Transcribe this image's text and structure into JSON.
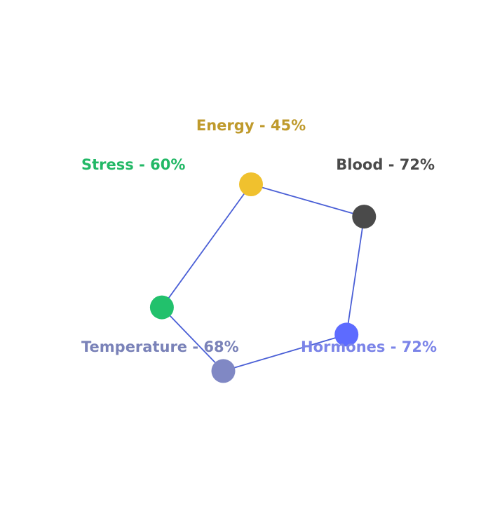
{
  "chart_data": {
    "type": "radar",
    "categories": [
      "Energy",
      "Blood",
      "Hormones",
      "Temperature",
      "Stress"
    ],
    "values": [
      45,
      72,
      72,
      68,
      60
    ],
    "labels": [
      "Energy - 45%",
      "Blood - 72%",
      "Hormones - 72%",
      "Temperature - 68%",
      "Stress - 60%"
    ],
    "value_range": [
      0,
      100
    ],
    "grid": false,
    "legend": "none"
  },
  "colors": {
    "line": "#4A5FD6",
    "energy": "#F0C12E",
    "blood": "#4A4A4A",
    "hormones": "#5D6BFF",
    "temperature": "#8088C4",
    "stress": "#22C16C",
    "energy_label": "#BF9A2C",
    "blood_label": "#4A4A4A",
    "hormones_label": "#7B84E8",
    "temperature_label": "#7A82B8",
    "stress_label": "#22B866"
  }
}
